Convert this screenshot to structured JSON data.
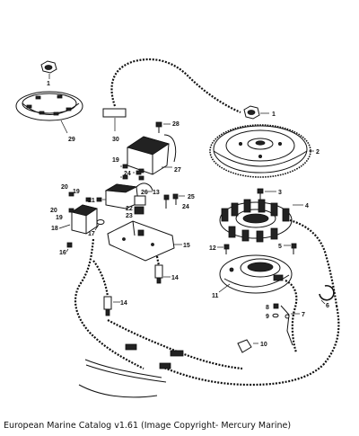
{
  "caption": "European Marine Catalog v1.61 (Image Copyright- Mercury Marine)",
  "callouts": [
    {
      "id": "c1a",
      "label": "1"
    },
    {
      "id": "c1b",
      "label": "1"
    },
    {
      "id": "c2",
      "label": "2"
    },
    {
      "id": "c3",
      "label": "3"
    },
    {
      "id": "c4",
      "label": "4"
    },
    {
      "id": "c5",
      "label": "5"
    },
    {
      "id": "c6",
      "label": "6"
    },
    {
      "id": "c7",
      "label": "7"
    },
    {
      "id": "c8",
      "label": "8"
    },
    {
      "id": "c9",
      "label": "9"
    },
    {
      "id": "c10",
      "label": "10"
    },
    {
      "id": "c11",
      "label": "11"
    },
    {
      "id": "c12",
      "label": "12"
    },
    {
      "id": "c13",
      "label": "13"
    },
    {
      "id": "c14a",
      "label": "14"
    },
    {
      "id": "c14b",
      "label": "14"
    },
    {
      "id": "c15",
      "label": "15"
    },
    {
      "id": "c16",
      "label": "16"
    },
    {
      "id": "c17",
      "label": "17"
    },
    {
      "id": "c18",
      "label": "18"
    },
    {
      "id": "c19a",
      "label": "19"
    },
    {
      "id": "c19b",
      "label": "19"
    },
    {
      "id": "c19c",
      "label": "19"
    },
    {
      "id": "c20a",
      "label": "20"
    },
    {
      "id": "c20b",
      "label": "20"
    },
    {
      "id": "c21",
      "label": "21"
    },
    {
      "id": "c22",
      "label": "22"
    },
    {
      "id": "c23",
      "label": "23"
    },
    {
      "id": "c24a",
      "label": "24"
    },
    {
      "id": "c24b",
      "label": "24"
    },
    {
      "id": "c25",
      "label": "25"
    },
    {
      "id": "c26",
      "label": "26"
    },
    {
      "id": "c27",
      "label": "27"
    },
    {
      "id": "c28",
      "label": "28"
    },
    {
      "id": "c29",
      "label": "29"
    },
    {
      "id": "c30",
      "label": "30"
    }
  ]
}
